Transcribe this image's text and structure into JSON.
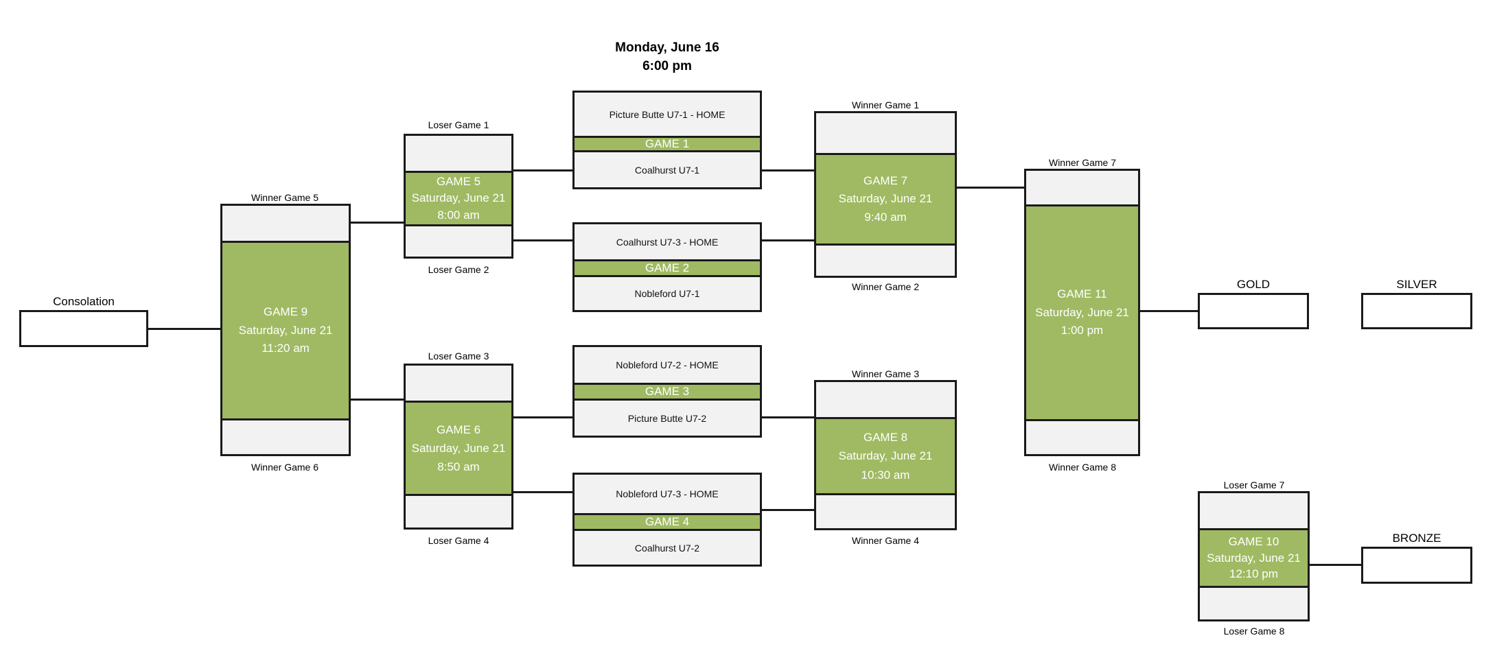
{
  "header": {
    "date": "Monday, June 16",
    "time": "6:00 pm"
  },
  "games": {
    "g1": {
      "label": "GAME 1",
      "home": "Picture Butte U7-1 -  HOME",
      "away": "Coalhurst U7-1"
    },
    "g2": {
      "label": "GAME 2",
      "home": "Coalhurst U7-3 - HOME",
      "away": "Nobleford U7-1"
    },
    "g3": {
      "label": "GAME 3",
      "home": "Nobleford U7-2 - HOME",
      "away": "Picture Butte U7-2"
    },
    "g4": {
      "label": "GAME 4",
      "home": "Nobleford U7-3 - HOME",
      "away": "Coalhurst U7-2"
    },
    "g5": {
      "label": "GAME 5",
      "date": "Saturday, June 21",
      "time": "8:00 am",
      "top": "Loser Game 1",
      "bottom": "Loser Game 2"
    },
    "g6": {
      "label": "GAME 6",
      "date": "Saturday, June 21",
      "time": "8:50 am",
      "top": "Loser Game 3",
      "bottom": "Loser Game 4"
    },
    "g7": {
      "label": "GAME 7",
      "date": "Saturday, June 21",
      "time": "9:40 am",
      "top": "Winner Game 1",
      "bottom": "Winner Game 2"
    },
    "g8": {
      "label": "GAME 8",
      "date": "Saturday, June 21",
      "time": "10:30 am",
      "top": "Winner Game 3",
      "bottom": "Winner Game 4"
    },
    "g9": {
      "label": "GAME 9",
      "date": "Saturday, June 21",
      "time": "11:20 am",
      "top": "Winner Game 5",
      "bottom": "Winner Game 6"
    },
    "g10": {
      "label": "GAME 10",
      "date": "Saturday, June 21",
      "time": "12:10 pm",
      "top": "Loser Game 7",
      "bottom": "Loser Game 8"
    },
    "g11": {
      "label": "GAME 11",
      "date": "Saturday, June 21",
      "time": "1:00 pm",
      "top": "Winner Game 7",
      "bottom": "Winner Game 8"
    }
  },
  "results": {
    "consolation": "Consolation",
    "gold": "GOLD",
    "silver": "SILVER",
    "bronze": "BRONZE"
  },
  "colors": {
    "game_green": "#9fba62",
    "slot_grey": "#f2f2f2",
    "line": "#1a1a1a"
  }
}
